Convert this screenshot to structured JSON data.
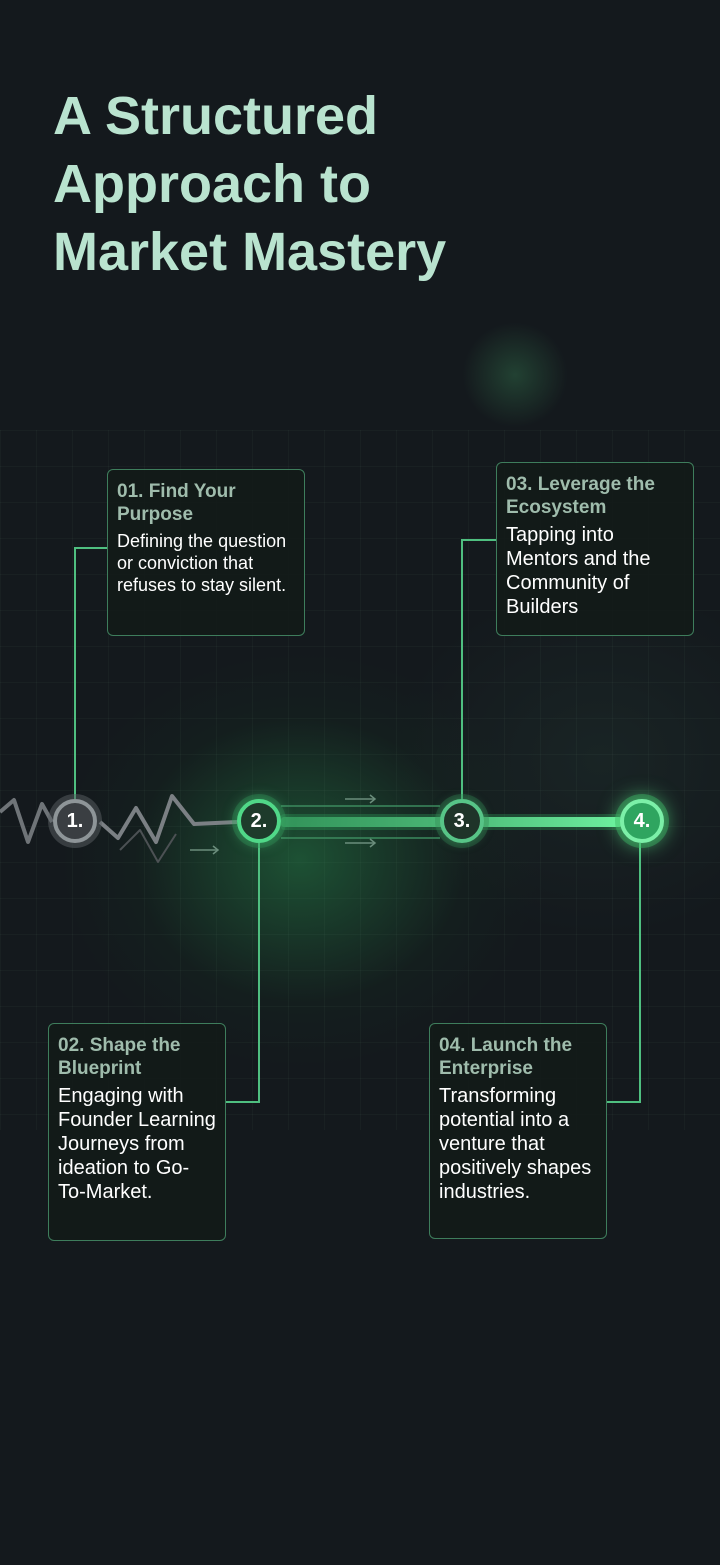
{
  "title_lines": [
    "A Structured",
    "Approach to",
    "Market Mastery"
  ],
  "colors": {
    "background": "#14191d",
    "title": "#b9e3cf",
    "accent": "#50d888",
    "card_border": "#3e7d5c",
    "card_title": "#9fbcac"
  },
  "steps": [
    {
      "node_label": "1.",
      "title": "01. Find Your Purpose",
      "description": "Defining the question or conviction that refuses to stay silent.",
      "state": "inactive"
    },
    {
      "node_label": "2.",
      "title": "02. Shape the Blueprint",
      "description": "Engaging with Founder Learning Journeys from ideation to Go-To-Market.",
      "state": "active"
    },
    {
      "node_label": "3.",
      "title": "03. Leverage the Ecosystem",
      "description": "Tapping into Mentors and the Community of Builders",
      "state": "active"
    },
    {
      "node_label": "4.",
      "title": "04. Launch the Enterprise",
      "description": "Transforming potential into a venture that positively shapes industries.",
      "state": "highlighted"
    }
  ]
}
